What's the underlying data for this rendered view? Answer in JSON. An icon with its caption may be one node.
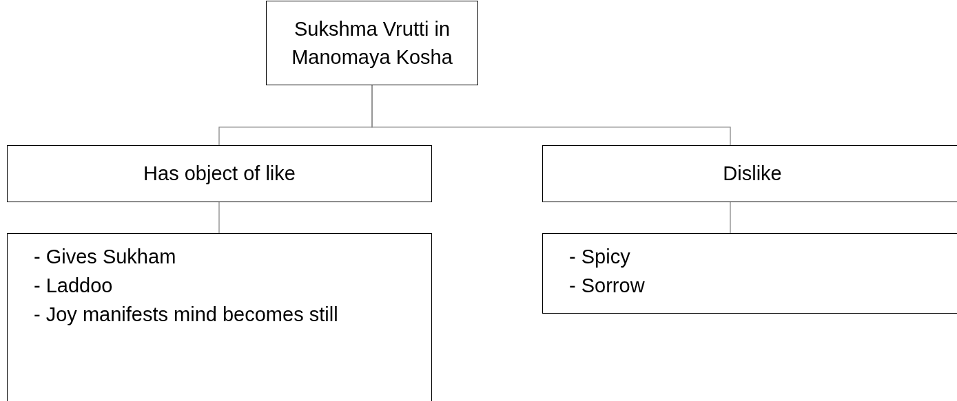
{
  "diagram": {
    "nodes": [
      {
        "text": [
          "Sukshma Vrutti in Manomaya Kosha"
        ]
      },
      {
        "text": [
          "Has object of like"
        ]
      },
      {
        "text": [
          "Dislike"
        ]
      },
      {
        "text": [
          "- Gives Sukham",
          "- Laddoo",
          "- Joy manifests mind becomes still"
        ]
      },
      {
        "text": [
          "- Spicy",
          "- Sorrow"
        ]
      }
    ],
    "edges": [
      {
        "from": 0,
        "to": 1,
        "arrow": "none"
      },
      {
        "from": 0,
        "to": 2,
        "arrow": "none"
      },
      {
        "from": 1,
        "to": 3,
        "arrow": "none"
      },
      {
        "from": 2,
        "to": 4,
        "arrow": "none"
      }
    ]
  }
}
